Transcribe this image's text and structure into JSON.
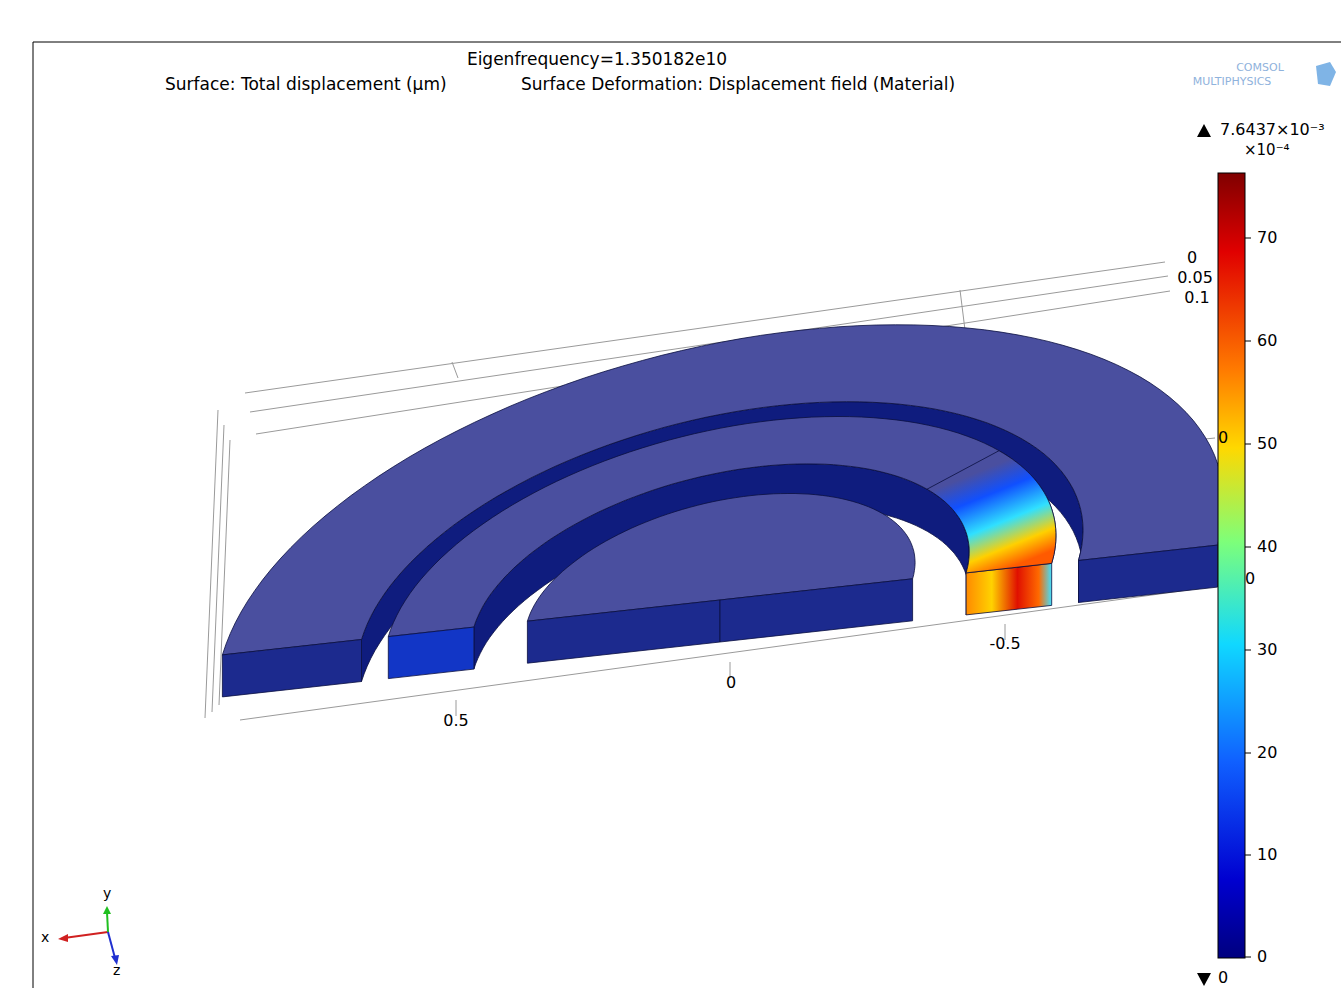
{
  "diagram": {
    "title": "Eigenfrequency=1.350182e10",
    "labels": [
      "Surface: Total displacement (µm)",
      "Surface Deformation: Displacement field (Material)",
      "COMSOL",
      "MULTIPHYSICS",
      "7.6437×10⁻³",
      "×10⁻⁴",
      "70",
      "60",
      "50",
      "40",
      "30",
      "20",
      "10",
      "0",
      "0",
      "0",
      "0.05",
      "0.1",
      "0",
      "0",
      "-0.5",
      "0",
      "0.5",
      "x",
      "y",
      "z"
    ]
  }
}
